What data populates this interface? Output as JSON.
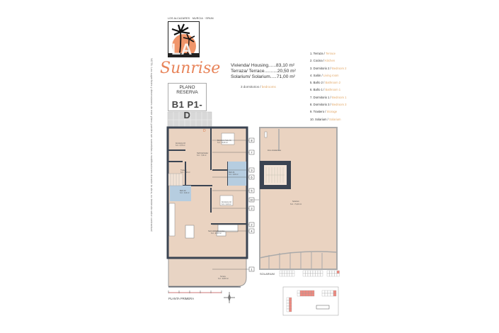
{
  "header": {
    "location": "LOS ALCAZARES · MURCIA · SPAIN",
    "logo_text": "LA",
    "brand_script": "Sunrise",
    "plan_title": "PLANO RESERVA",
    "unit_code": "B1 P1-D"
  },
  "areas": {
    "housing": "Vivienda/ Housing......83,10 m²",
    "terrace": "Terraza/ Terrace..........20,50 m²",
    "solarium": "Solarium/ Solarium.....71,00 m²",
    "bedrooms_es": "3 dormitorios / ",
    "bedrooms_en": "bedrooms"
  },
  "legend": [
    {
      "n": "1.",
      "es": "Terraza / ",
      "en": "Terrace"
    },
    {
      "n": "2.",
      "es": "Cocina / ",
      "en": "Kitchen"
    },
    {
      "n": "3.",
      "es": "Dormitorio 2 / ",
      "en": "Bedroom 2"
    },
    {
      "n": "4.",
      "es": "Salón / ",
      "en": "Living room"
    },
    {
      "n": "5.",
      "es": "Baño 2 / ",
      "en": "Bathroom 2"
    },
    {
      "n": "6.",
      "es": "Baño 1 / ",
      "en": "Bathroom 1"
    },
    {
      "n": "7.",
      "es": "Dormitorio 1 / ",
      "en": "Bedroom 1"
    },
    {
      "n": "8.",
      "es": "Dormitorio 3 / ",
      "en": "Bedroom 3"
    },
    {
      "n": "9.",
      "es": "Trastero / ",
      "en": "Storage"
    },
    {
      "n": "10.",
      "es": "Solarium / ",
      "en": "Solarium"
    }
  ],
  "note": "NOTA: Las superficies y dimensiones de este plano pueden ser sometidas a modificaciones durante la obra, no teniendo valor contractual",
  "plan": {
    "rooms": {
      "dorm3": "Dormitorio 03",
      "dorm3_area": "S.U.: 8,75 m²",
      "dorm1": "Dormitorio Suite 01",
      "dorm1_area": "S.U.: 13,60 m²",
      "hall": "Hall Distribuidor",
      "hall_area": "S.U.: 7,30 m²",
      "storage": "Trastero",
      "storage_area": "S.U.: 3,40 m²",
      "bath1": "Baño 01",
      "bath1_area": "S.U.: 3,60 m²",
      "bath2": "Baño 02",
      "bath2_area": "S.U.: 3,20 m²",
      "dorm2": "Dormitorio 02",
      "dorm2_area": "S.U.: 9,10 m²",
      "living": "Salón-comedor-cocina",
      "living_area": "S.U.: 26,50 m²",
      "terrace": "Terraza",
      "terrace_area": "S.U.: 20,50 m²",
      "solarium": "Solarium",
      "solarium_area": "S.U.: 71,00 m²",
      "machine": "Zona instalaciones",
      "door_letter": "D"
    },
    "callouts": [
      "8",
      "7",
      "9",
      "6",
      "5",
      "10",
      "3",
      "2",
      "4",
      "1"
    ],
    "floor_label": "PLANTA PRIMERA",
    "solarium_label": "SOLARIUM",
    "highlight_color": "#f08a80",
    "wall_color": "#3b4452",
    "floor_color": "#ead3c1",
    "bath_color": "#b6cde0"
  }
}
